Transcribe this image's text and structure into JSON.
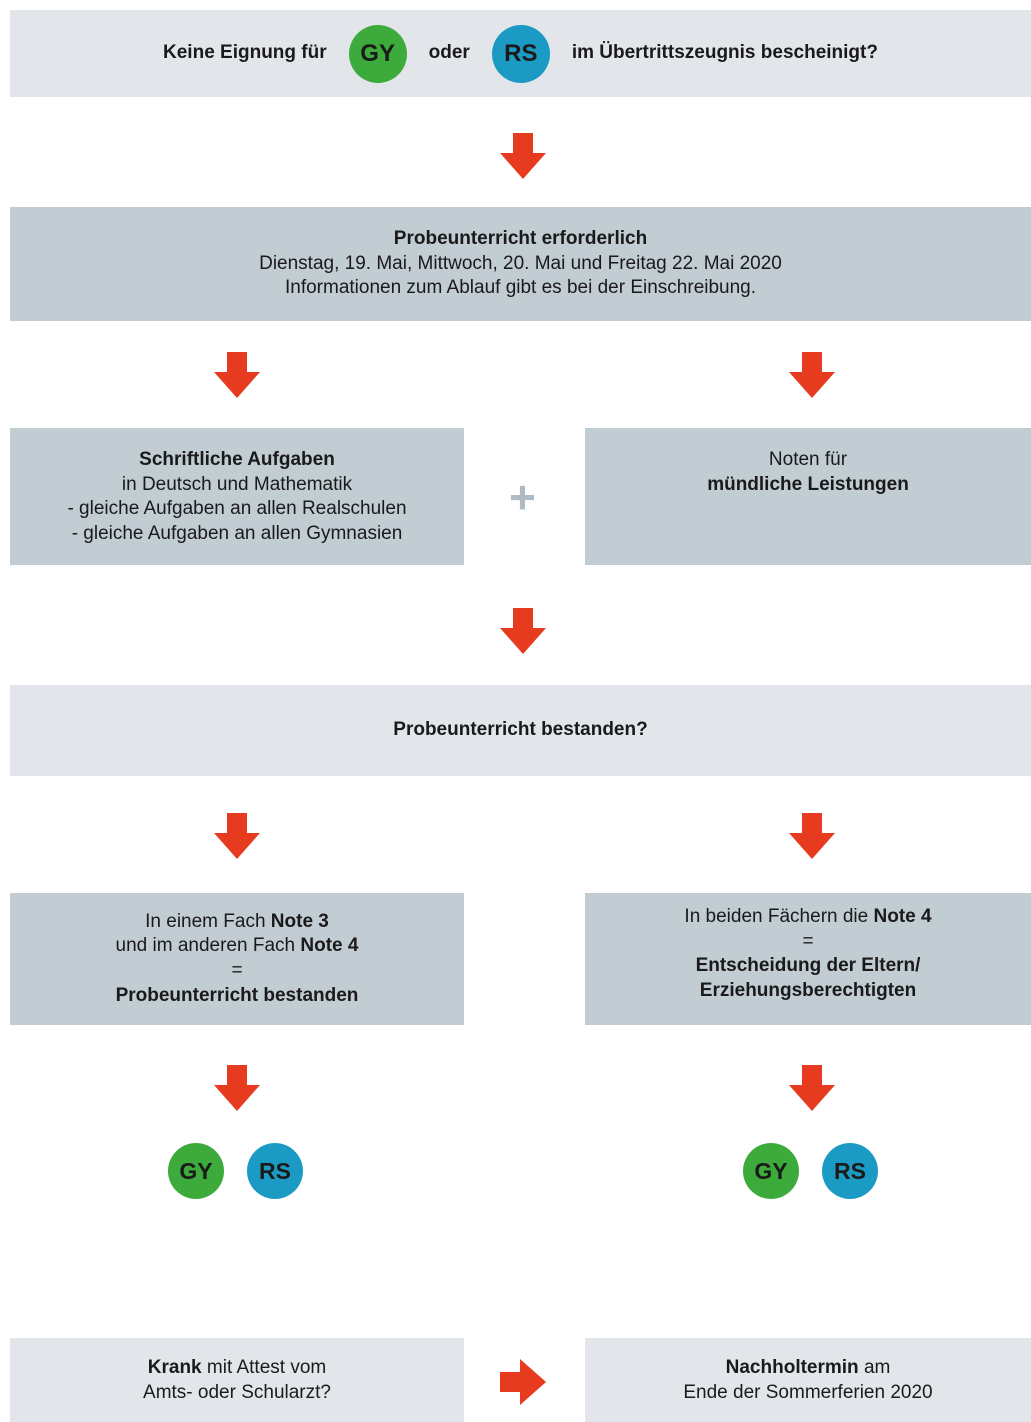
{
  "colors": {
    "gy": "#3cab3b",
    "rs": "#1b9ac4",
    "arrow": "#e63b1e",
    "light_box": "#e2e6ea",
    "dark_box": "#c1ccd3"
  },
  "icons": {
    "arrow": "arrow-down-icon",
    "arrow_right": "arrow-right-icon",
    "plus": "plus-icon"
  },
  "header": {
    "prefix": "Keine Eignung für",
    "gy": "GY",
    "middle": "oder",
    "rs": "RS",
    "suffix": "im Übertrittszeugnis bescheinigt?"
  },
  "probe": {
    "title": "Probeunterricht erforderlich",
    "line1": "Dienstag, 19. Mai, Mittwoch, 20. Mai und Freitag 22. Mai 2020",
    "line2": "Informationen zum Ablauf gibt es bei der Einschreibung."
  },
  "written": {
    "title": "Schriftliche Aufgaben",
    "line1": "in Deutsch und Mathematik",
    "line2": "- gleiche Aufgaben an allen Realschulen",
    "line3": "- gleiche Aufgaben an allen Gymnasien"
  },
  "plus_sign": "+",
  "oral": {
    "line1": "Noten für",
    "line2": "mündliche Leistungen"
  },
  "passed_question": "Probeunterricht bestanden?",
  "left_result": {
    "l1a": "In einem Fach ",
    "l1b": "Note 3",
    "l2a": "und im anderen Fach ",
    "l2b": "Note 4",
    "eq": "=",
    "l4": "Probeunterricht bestanden"
  },
  "right_result": {
    "l1a": "In beiden Fächern die ",
    "l1b": "Note 4",
    "eq": "=",
    "l3": "Entscheidung der Eltern/",
    "l4": "Erziehungsberechtigten"
  },
  "badges": {
    "gy": "GY",
    "rs": "RS"
  },
  "sick": {
    "l1a": "Krank",
    "l1b": " mit Attest vom",
    "l2": "Amts- oder Schularzt?"
  },
  "makeup": {
    "l1a": "Nachholtermin",
    "l1b": " am",
    "l2": "Ende der Sommerferien 2020"
  }
}
